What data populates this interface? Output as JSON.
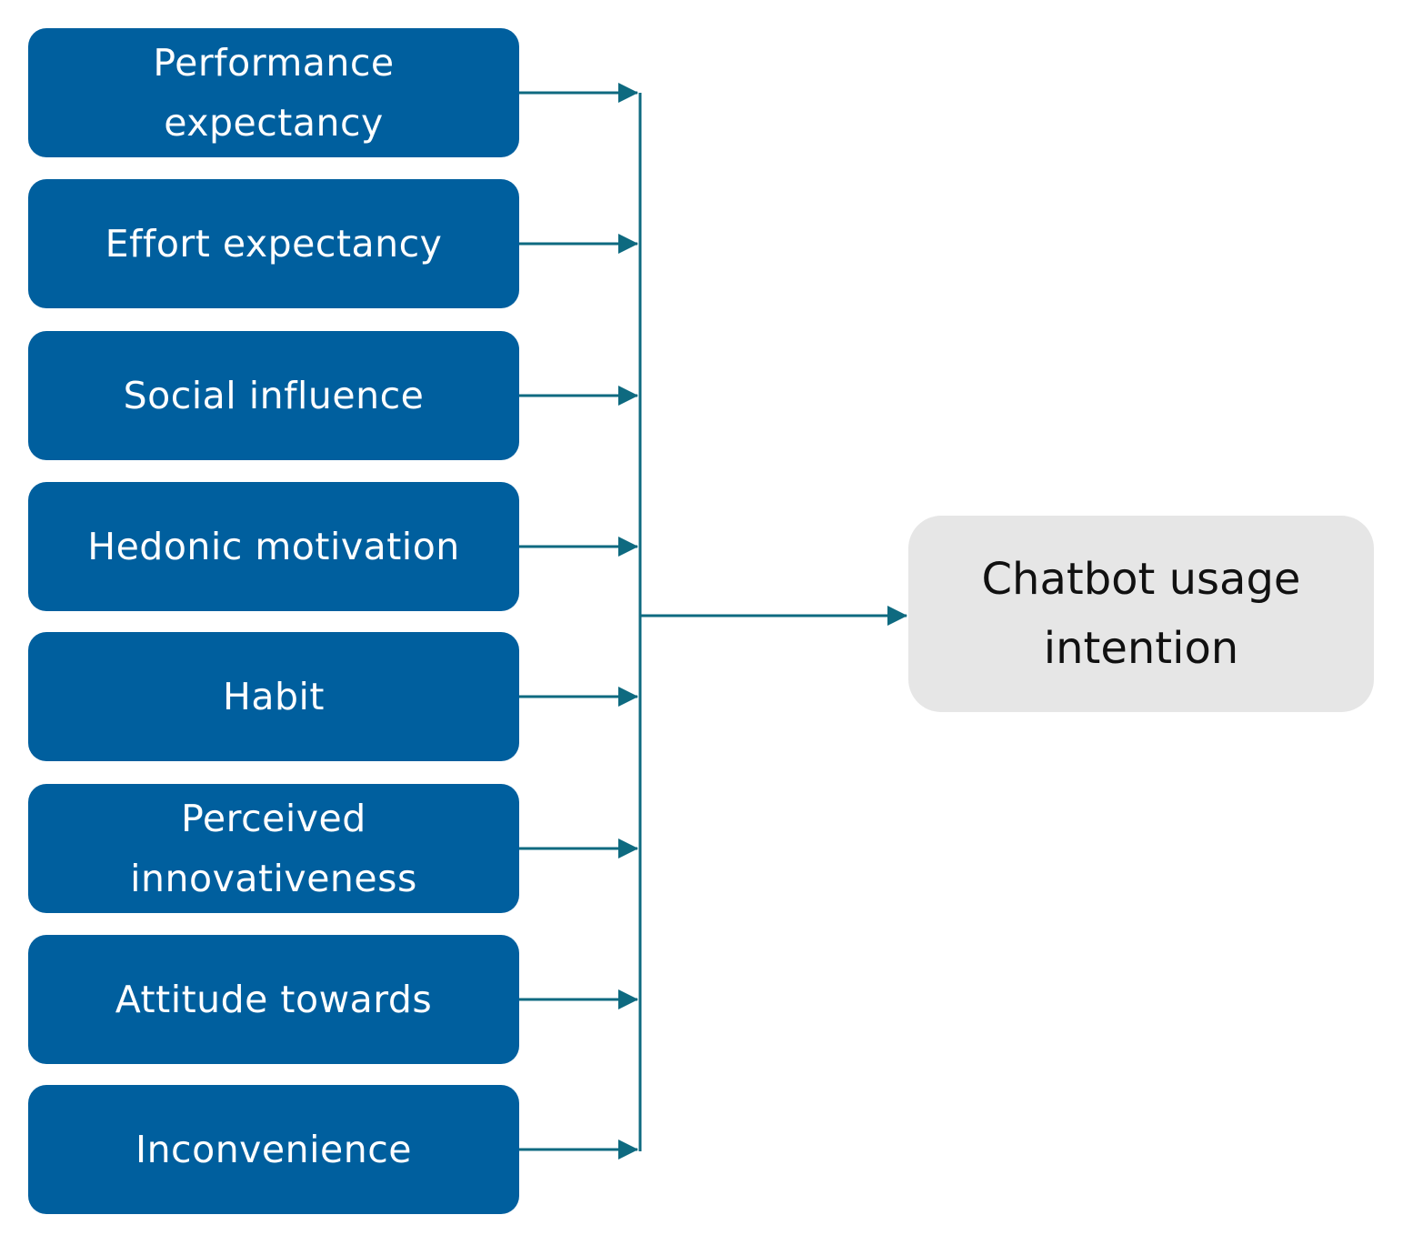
{
  "diagram": {
    "factors": [
      {
        "id": "performance-expectancy",
        "label": "Performance\nexpectancy"
      },
      {
        "id": "effort-expectancy",
        "label": "Effort expectancy"
      },
      {
        "id": "social-influence",
        "label": "Social influence"
      },
      {
        "id": "hedonic-motivation",
        "label": "Hedonic motivation"
      },
      {
        "id": "habit",
        "label": "Habit"
      },
      {
        "id": "perceived-innovativeness",
        "label": "Perceived\ninnovativeness"
      },
      {
        "id": "attitude-towards",
        "label": "Attitude towards"
      },
      {
        "id": "inconvenience",
        "label": "Inconvenience"
      }
    ],
    "outcome": {
      "label": "Chatbot usage\nintention"
    },
    "colors": {
      "factor_fill": "#005f9e",
      "factor_text": "#ffffff",
      "outcome_fill": "#e6e6e6",
      "outcome_text": "#111111",
      "connector": "#0e6a80"
    }
  }
}
